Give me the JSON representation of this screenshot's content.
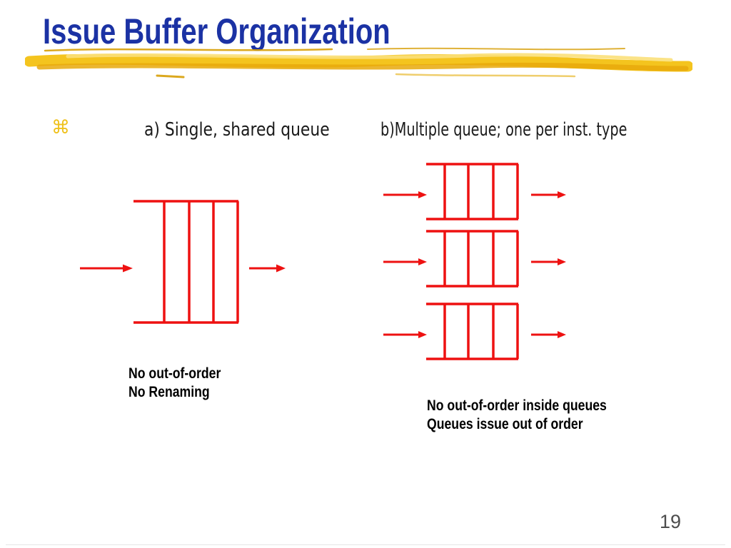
{
  "slide": {
    "title": "Issue Buffer Organization",
    "bullet_glyph": "⌘",
    "page_number": "19"
  },
  "headers": {
    "a": "a) Single, shared queue",
    "b": "b)Multiple queue; one per inst. type"
  },
  "diagram_a": {
    "type": "single-shared-queue",
    "queue_count": 1,
    "cells_per_queue": 3,
    "has_input_arrow": true,
    "has_output_arrow": true,
    "caption": {
      "line1": "No out-of-order",
      "line2": "No Renaming"
    }
  },
  "diagram_b": {
    "type": "multiple-queues-one-per-instruction-type",
    "queue_count": 3,
    "cells_per_queue": 3,
    "has_input_arrows": true,
    "has_output_arrows": true,
    "caption": {
      "line1": "No out-of-order inside queues",
      "line2": "Queues issue out of order"
    }
  },
  "colors": {
    "title_blue": "#1b32a4",
    "diagram_red": "#ee1111",
    "gold_accent": "#efc11c",
    "brush_main": "#f4c41e",
    "brush_dark": "#d79e05",
    "brush_light": "#fbe07a",
    "body_text": "#1a1a1a",
    "page_number_gray": "#4d4d4d",
    "slide_edge_gray": "#e6e6e6"
  }
}
